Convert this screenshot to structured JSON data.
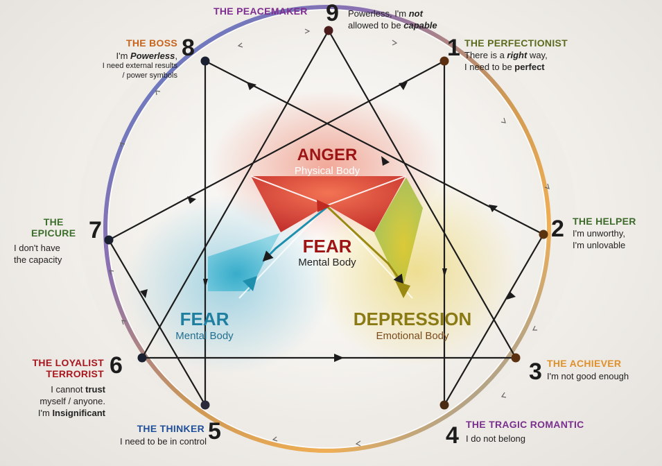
{
  "colors": {
    "perfectionist": "#5c6b1e",
    "helper": "#3d6a2a",
    "achiever": "#e0902a",
    "tragic_romantic": "#7a2f8e",
    "thinker": "#1f4f9a",
    "loyalist": "#a8161e",
    "epicure": "#3c6e2c",
    "boss": "#c5641c",
    "peacemaker": "#7d2d8e",
    "anger": "#9c1414",
    "fear_blue": "#1f7fa0",
    "fear_center": "#9c1414",
    "depression": "#8a7a14",
    "depression_sub": "#7a4a1a"
  },
  "types": {
    "t9": {
      "number": "9",
      "title": "THE PEACEMAKER",
      "desc_line1": "Powerless, I'm ",
      "desc_line1_em": "not",
      "desc_line2": "allowed to be ",
      "desc_line2_em": "capable"
    },
    "t1": {
      "number": "1",
      "title": "THE PERFECTIONIST",
      "desc_line1_a": "There is a ",
      "desc_line1_em": "right",
      "desc_line1_b": " way,",
      "desc_line2_a": "I need to be ",
      "desc_line2_em": "perfect"
    },
    "t2": {
      "number": "2",
      "title": "THE HELPER",
      "desc_line1": "I'm unworthy,",
      "desc_line2": "I'm unlovable"
    },
    "t3": {
      "number": "3",
      "title": "THE ACHIEVER",
      "desc_line1": "I'm not good enough"
    },
    "t4": {
      "number": "4",
      "title": "THE TRAGIC ROMANTIC",
      "desc_line1": "I do not belong"
    },
    "t5": {
      "number": "5",
      "title": "THE THINKER",
      "desc_line1": "I need to be in control"
    },
    "t6": {
      "number": "6",
      "title_line1": "THE LOYALIST",
      "title_line2": "TERRORIST",
      "desc_line1_a": "I cannot ",
      "desc_line1_em": "trust",
      "desc_line2": "myself / anyone.",
      "desc_line3_a": "I'm ",
      "desc_line3_em": "Insignificant"
    },
    "t7": {
      "number": "7",
      "title_line1": "THE",
      "title_line2": "EPICURE",
      "desc_line1": "I don't have",
      "desc_line2": "the capacity"
    },
    "t8": {
      "number": "8",
      "title": "THE BOSS",
      "desc_line1_a": "I'm ",
      "desc_line1_em": "Powerless",
      "desc_line1_b": ",",
      "desc_line2": "I need external results",
      "desc_line3": "/ power symbols"
    }
  },
  "centers": {
    "anger": {
      "title": "ANGER",
      "subtitle": "Physical Body"
    },
    "fear_middle": {
      "title": "FEAR",
      "subtitle": "Mental Body"
    },
    "fear_left": {
      "title": "FEAR",
      "subtitle": "Mental Body"
    },
    "depression": {
      "title": "DEPRESSION",
      "subtitle": "Emotional Body"
    }
  }
}
